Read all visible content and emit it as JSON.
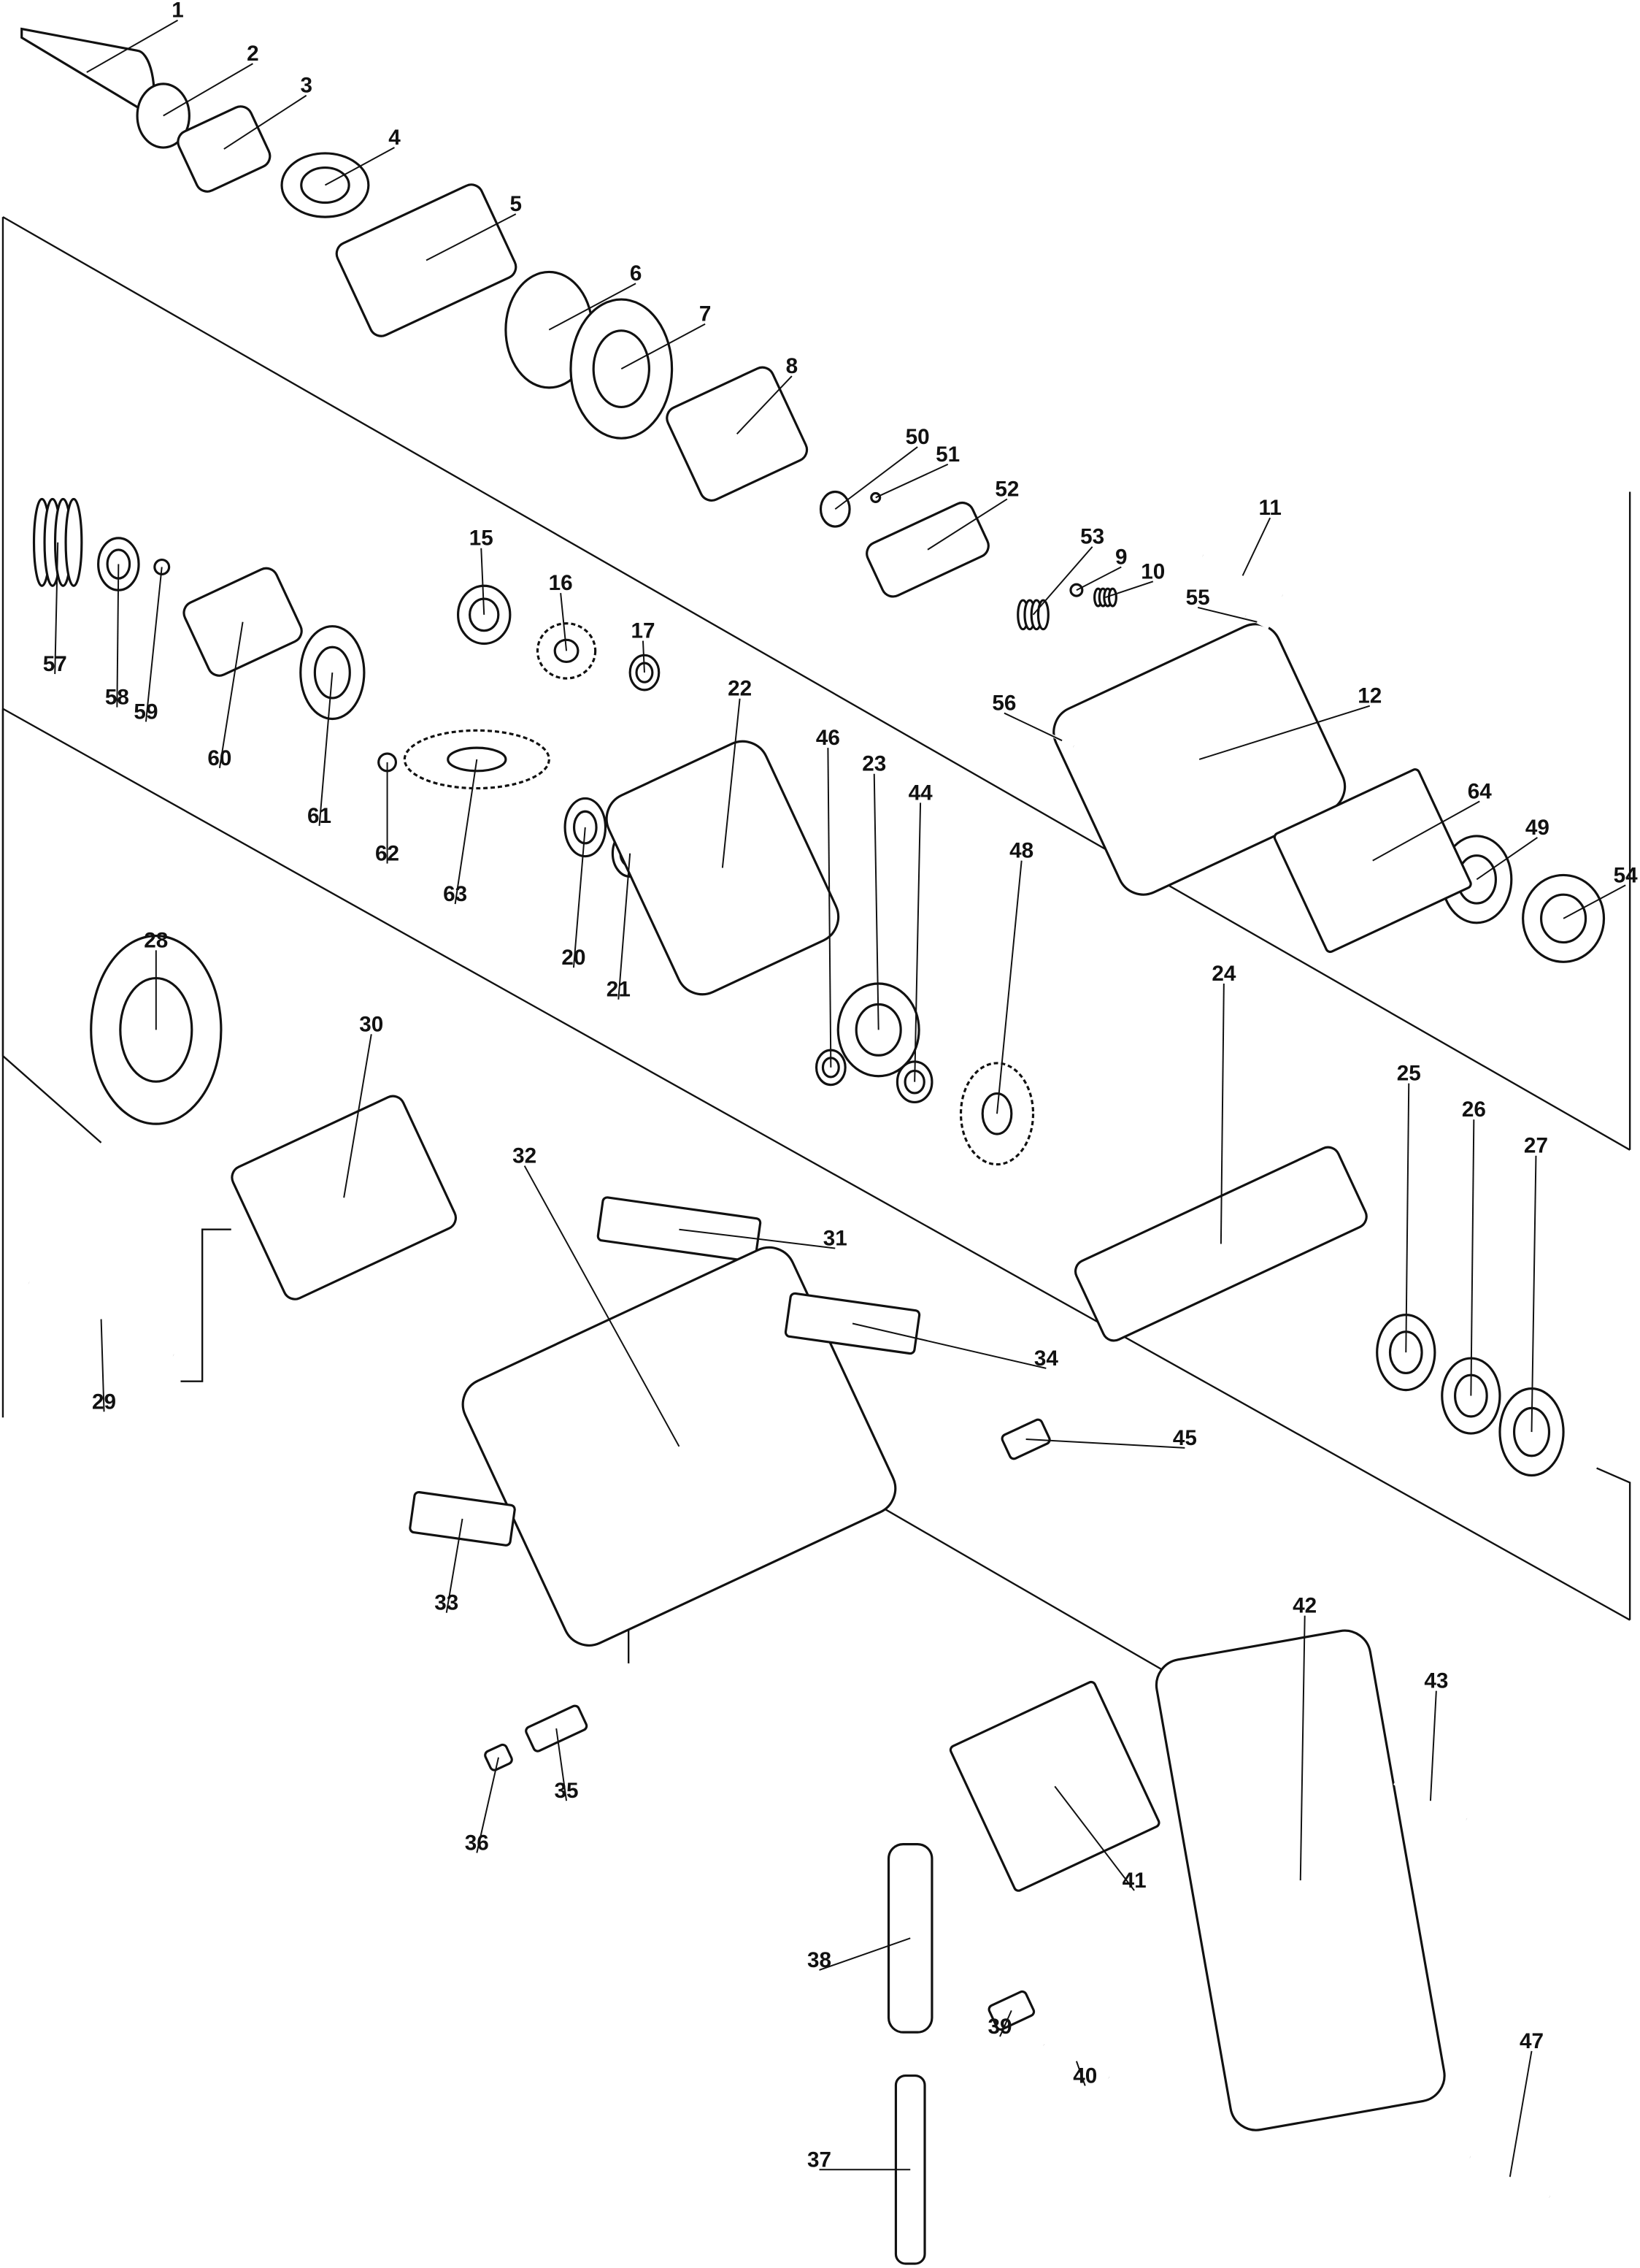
{
  "diagram": {
    "type": "exploded-parts-diagram",
    "part_numbers": [
      "1",
      "2",
      "3",
      "4",
      "5",
      "6",
      "7",
      "8",
      "9",
      "10",
      "11",
      "12",
      "15",
      "16",
      "17",
      "20",
      "21",
      "22",
      "23",
      "24",
      "25",
      "26",
      "27",
      "28",
      "29",
      "30",
      "31",
      "32",
      "33",
      "34",
      "35",
      "36",
      "37",
      "38",
      "39",
      "40",
      "41",
      "42",
      "43",
      "44",
      "45",
      "46",
      "47",
      "48",
      "49",
      "50",
      "51",
      "52",
      "53",
      "54",
      "55",
      "56",
      "57",
      "58",
      "59",
      "60",
      "61",
      "62",
      "63",
      "64"
    ]
  }
}
